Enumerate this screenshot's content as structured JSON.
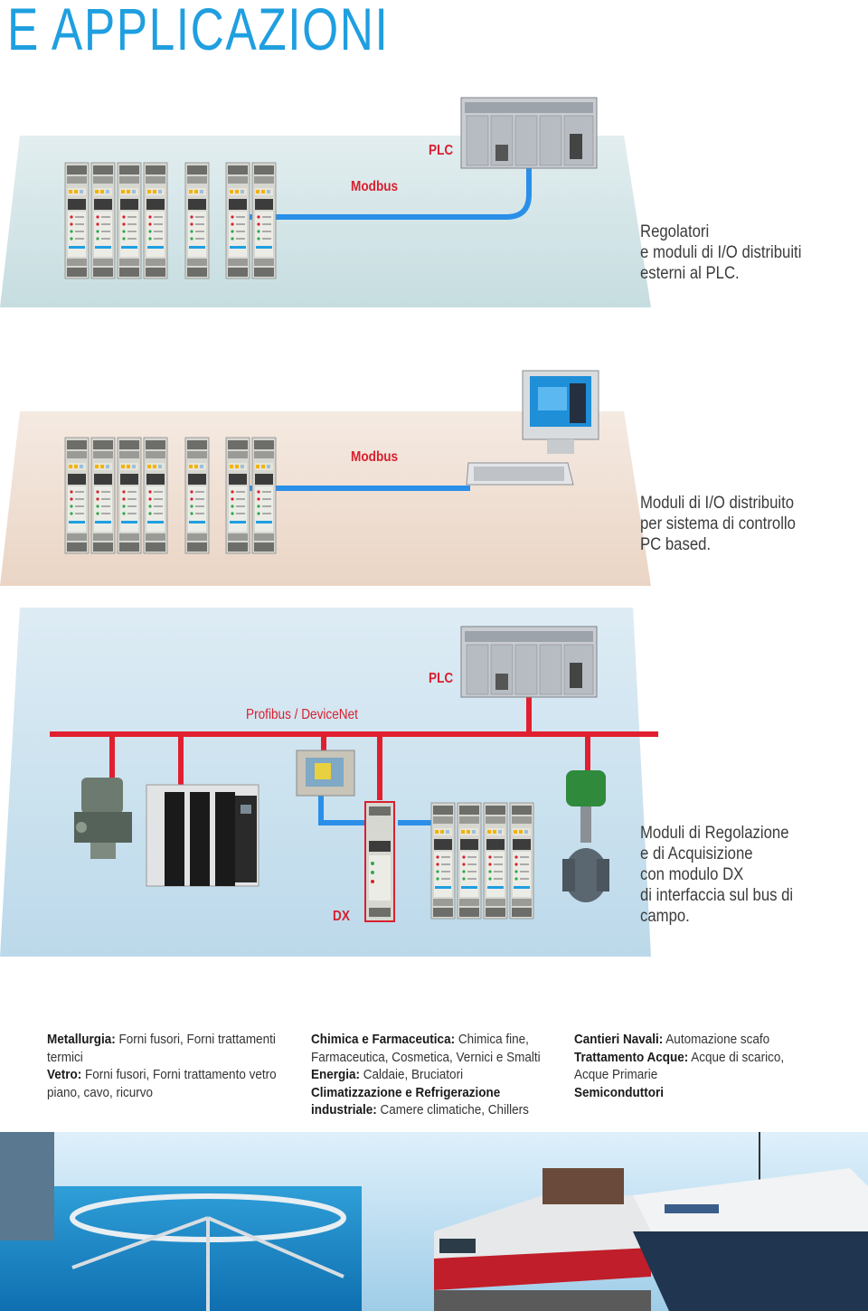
{
  "header": {
    "title": "E APPLICAZIONI"
  },
  "panel1": {
    "plc_label": "PLC",
    "bus_label": "Modbus",
    "description": [
      "Regolatori",
      "e moduli di I/O distribuiti",
      "esterni al PLC."
    ]
  },
  "panel2": {
    "bus_label": "Modbus",
    "description": [
      "Moduli di I/O distribuito",
      "per sistema di controllo",
      "PC based."
    ]
  },
  "panel3": {
    "plc_label": "PLC",
    "bus_label": "Profibus / DeviceNet",
    "dx_label": "DX",
    "description": [
      "Moduli di Regolazione",
      "e di Acquisizione",
      "con modulo DX",
      "di interfaccia sul bus di",
      "campo."
    ]
  },
  "applications": {
    "col1": [
      {
        "head": "Metallurgia:",
        "text": " Forni fusori, Forni trattamenti"
      },
      {
        "head": "",
        "text": "termici"
      },
      {
        "head": "Vetro:",
        "text": " Forni fusori, Forni trattamento vetro"
      },
      {
        "head": "",
        "text": "piano, cavo, ricurvo"
      }
    ],
    "col2": [
      {
        "head": "Chimica e Farmaceutica:",
        "text": " Chimica fine,"
      },
      {
        "head": "",
        "text": "Farmaceutica, Cosmetica, Vernici e Smalti"
      },
      {
        "head": "Energia:",
        "text": " Caldaie, Bruciatori"
      },
      {
        "head": "Climatizzazione e Refrigerazione",
        "text": ""
      },
      {
        "head": "industriale:",
        "text": " Camere climatiche, Chillers"
      }
    ],
    "col3": [
      {
        "head": "Cantieri Navali:",
        "text": " Automazione scafo"
      },
      {
        "head": "Trattamento Acque:",
        "text": " Acque di scarico,"
      },
      {
        "head": "",
        "text": "Acque Primarie"
      },
      {
        "head": "Semiconduttori",
        "text": ""
      }
    ]
  },
  "colors": {
    "title": "#1f9fe0",
    "label_red": "#d8202f",
    "panel1_fill": "#c6dde0",
    "panel2_fill": "#ead5c5",
    "panel3_fill": "#bcd9ea",
    "bus_blue": "#2a8fe8",
    "bus_red": "#e02030"
  }
}
